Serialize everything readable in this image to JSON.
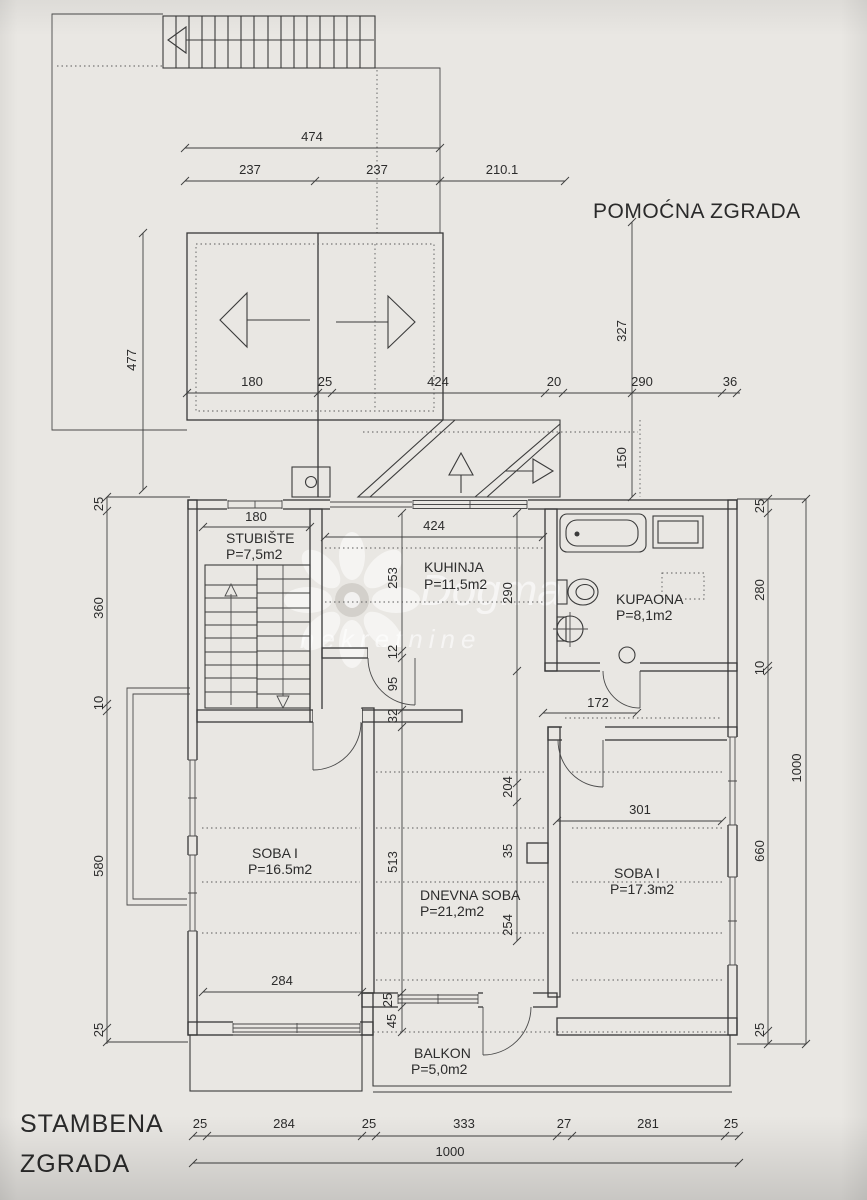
{
  "titles": {
    "auxiliary_building": "POMOĆNA ZGRADA",
    "residential_line1": "STAMBENA",
    "residential_line2": "ZGRADA"
  },
  "rooms": {
    "stubiste": {
      "name": "STUBIŠTE",
      "area": "P=7,5m2"
    },
    "kuhinja": {
      "name": "KUHINJA",
      "area": "P=11,5m2"
    },
    "kupaona": {
      "name": "KUPAONA",
      "area": "P=8,1m2"
    },
    "soba_left": {
      "name": "SOBA I",
      "area": "P=16.5m2"
    },
    "dnevna_soba": {
      "name": "DNEVNA SOBA",
      "area": "P=21,2m2"
    },
    "soba_right": {
      "name": "SOBA I",
      "area": "P=17.3m2"
    },
    "balkon": {
      "name": "BALKON",
      "area": "P=5,0m2"
    }
  },
  "dims": {
    "site_total_width": "474",
    "site_w1": "237",
    "site_w2": "237",
    "site_offset": "210.1",
    "site_height": "477",
    "yard_height": "327",
    "ramp_len": "150",
    "garage_w1": "180",
    "garage_gap": "25",
    "garage_w2": "424",
    "top_s1": "20",
    "top_s2": "290",
    "top_s3": "36",
    "stairs_width": "180",
    "kitchen_width": "424",
    "left_c1": "25",
    "left_c2": "360",
    "left_c3": "10",
    "left_c4": "580",
    "left_c5": "25",
    "right_c1": "25",
    "right_c2": "280",
    "right_c3": "10",
    "right_c4": "660",
    "right_c5": "25",
    "right_total": "1000",
    "ka": "253",
    "kb": "12",
    "kc": "95",
    "kd": "32",
    "ke": "513",
    "kf": "25",
    "kg": "45",
    "ha": "290",
    "hb": "204",
    "hc": "35",
    "hd": "254",
    "hall_w": "172",
    "soba_r_w": "301",
    "soba_l_w": "284",
    "b1": "25",
    "b2": "284",
    "b3": "25",
    "b4": "333",
    "b5": "27",
    "b6": "281",
    "b7": "25",
    "bottom_total": "1000"
  },
  "watermark": {
    "line1": "Dogma",
    "line2": "nekretnine"
  }
}
